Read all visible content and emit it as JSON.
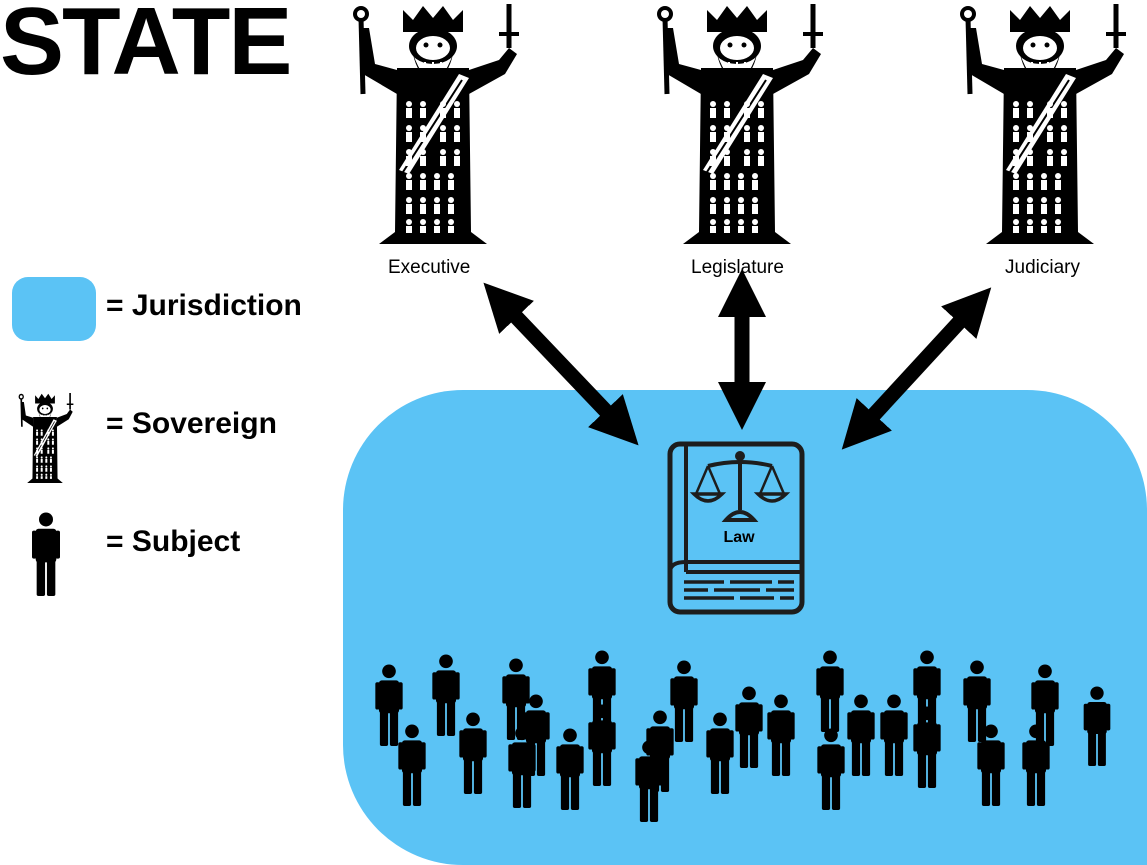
{
  "title": "STATE",
  "branches": [
    "Executive",
    "Legislature",
    "Judiciary"
  ],
  "legend": {
    "jurisdiction": "= Jurisdiction",
    "sovereign": "= Sovereign",
    "subject": "= Subject"
  },
  "book_label": "Law",
  "colors": {
    "jurisdiction": "#5bc3f5",
    "ink": "#000000",
    "background": "#ffffff"
  },
  "icons": {
    "sovereign": "crowned-king-figure-icon",
    "subject": "person-icon",
    "law": "law-book-scales-icon",
    "arrow": "double-headed-arrow"
  }
}
